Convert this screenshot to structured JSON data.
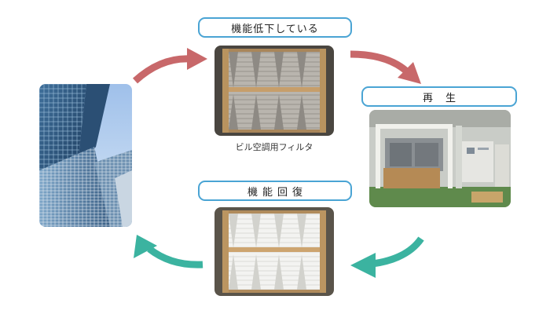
{
  "labels": {
    "degraded": "機能低下している",
    "regeneration": "再生",
    "restored": "機能回復"
  },
  "caption": "ビル空調用フィルタ",
  "colors": {
    "pill_border": "#4aa4d4",
    "arrow_red": "#c8686a",
    "arrow_teal": "#3bb3a0"
  },
  "images": {
    "building": "office-buildings-photo",
    "filter_dirty": "dirty-air-filter-photo",
    "machine": "regeneration-machine-photo",
    "filter_clean": "clean-air-filter-photo"
  }
}
